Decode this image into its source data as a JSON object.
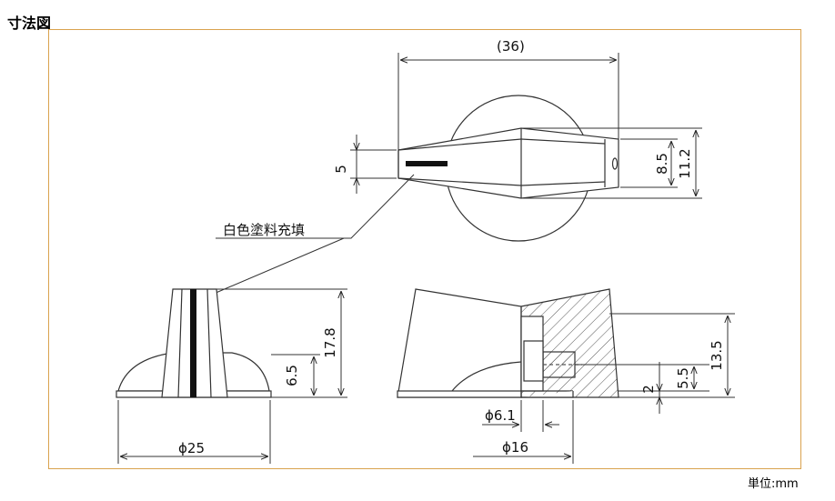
{
  "title": "寸法図",
  "unit_label": "単位:mm",
  "callout_label": "白色塗料充填",
  "dimensions": {
    "overall_length": "(36)",
    "pointer_width": "5",
    "tip_height": "8.5",
    "body_height": "11.2",
    "total_height": "17.8",
    "skirt_height": "6.5",
    "base_diameter": "ϕ25",
    "side_total_height": "13.5",
    "screw_height": "5.5",
    "base_offset": "2",
    "shaft_diameter": "ϕ6.1",
    "cap_diameter": "ϕ16"
  },
  "colors": {
    "frame": "#d9a24e",
    "line": "#333333",
    "hatch": "#555555"
  }
}
